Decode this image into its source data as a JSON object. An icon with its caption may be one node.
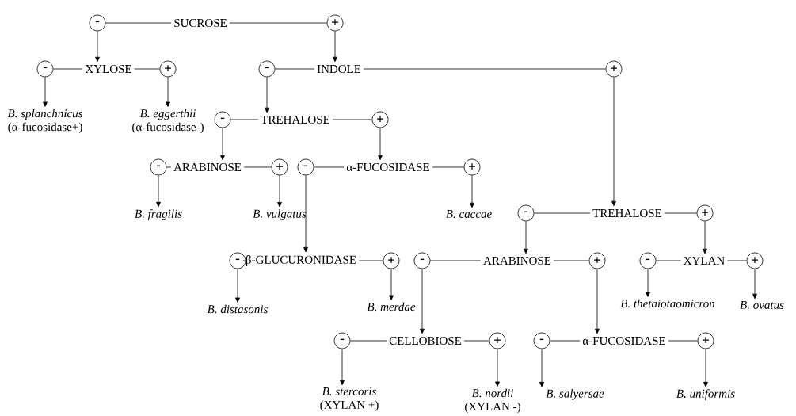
{
  "diagram": {
    "nodes": [
      {
        "text": [
          "-"
        ]
      },
      {
        "text": [
          "SUCROSE"
        ]
      },
      {
        "text": [
          "+"
        ]
      },
      {
        "text": [
          "-"
        ]
      },
      {
        "text": [
          "XYLOSE"
        ]
      },
      {
        "text": [
          "+"
        ]
      },
      {
        "text": [
          "-"
        ]
      },
      {
        "text": [
          "INDOLE"
        ]
      },
      {
        "text": [
          "+"
        ]
      },
      {
        "text": [
          "B. splanchnicus",
          "(α-fucosidase+)"
        ]
      },
      {
        "text": [
          "B. eggerthii",
          "(α-fucosidase-)"
        ]
      },
      {
        "text": [
          "-"
        ]
      },
      {
        "text": [
          "TREHALOSE"
        ]
      },
      {
        "text": [
          "+"
        ]
      },
      {
        "text": [
          "-"
        ]
      },
      {
        "text": [
          "ARABINOSE"
        ]
      },
      {
        "text": [
          "+"
        ]
      },
      {
        "text": [
          "-"
        ]
      },
      {
        "text": [
          "α-FUCOSIDASE"
        ]
      },
      {
        "text": [
          "+"
        ]
      },
      {
        "text": [
          "B. fragilis"
        ]
      },
      {
        "text": [
          "B. vulgatus"
        ]
      },
      {
        "text": [
          "B. caccae"
        ]
      },
      {
        "text": [
          "-"
        ]
      },
      {
        "text": [
          "TREHALOSE"
        ]
      },
      {
        "text": [
          "+"
        ]
      },
      {
        "text": [
          "-"
        ]
      },
      {
        "text": [
          "β-GLUCURONIDASE"
        ]
      },
      {
        "text": [
          "+"
        ]
      },
      {
        "text": [
          "-"
        ]
      },
      {
        "text": [
          "ARABINOSE"
        ]
      },
      {
        "text": [
          "+"
        ]
      },
      {
        "text": [
          "-"
        ]
      },
      {
        "text": [
          "XYLAN"
        ]
      },
      {
        "text": [
          "+"
        ]
      },
      {
        "text": [
          "B. distasonis"
        ]
      },
      {
        "text": [
          "B. merdae"
        ]
      },
      {
        "text": [
          "B. thetaiotaomicron"
        ]
      },
      {
        "text": [
          "B. ovatus"
        ]
      },
      {
        "text": [
          "-"
        ]
      },
      {
        "text": [
          "CELLOBIOSE"
        ]
      },
      {
        "text": [
          "+"
        ]
      },
      {
        "text": [
          "-"
        ]
      },
      {
        "text": [
          "α-FUCOSIDASE"
        ]
      },
      {
        "text": [
          "+"
        ]
      },
      {
        "text": [
          "B. stercoris",
          "(XYLAN +)"
        ]
      },
      {
        "text": [
          "B. nordii",
          "(XYLAN -)"
        ]
      },
      {
        "text": [
          "B. salyersae"
        ]
      },
      {
        "text": [
          "B. uniformis"
        ]
      }
    ],
    "edges": [
      {
        "from": 1,
        "to": 0,
        "arrow": "none"
      },
      {
        "from": 1,
        "to": 2,
        "arrow": "none"
      },
      {
        "from": 4,
        "to": 3,
        "arrow": "none"
      },
      {
        "from": 4,
        "to": 5,
        "arrow": "none"
      },
      {
        "from": 7,
        "to": 6,
        "arrow": "none"
      },
      {
        "from": 7,
        "to": 8,
        "arrow": "none"
      },
      {
        "from": 12,
        "to": 11,
        "arrow": "none"
      },
      {
        "from": 12,
        "to": 13,
        "arrow": "none"
      },
      {
        "from": 15,
        "to": 14,
        "arrow": "none"
      },
      {
        "from": 15,
        "to": 16,
        "arrow": "none"
      },
      {
        "from": 18,
        "to": 17,
        "arrow": "none"
      },
      {
        "from": 18,
        "to": 19,
        "arrow": "none"
      },
      {
        "from": 24,
        "to": 23,
        "arrow": "none"
      },
      {
        "from": 24,
        "to": 25,
        "arrow": "none"
      },
      {
        "from": 27,
        "to": 26,
        "arrow": "none"
      },
      {
        "from": 27,
        "to": 28,
        "arrow": "none"
      },
      {
        "from": 30,
        "to": 29,
        "arrow": "none"
      },
      {
        "from": 30,
        "to": 31,
        "arrow": "none"
      },
      {
        "from": 33,
        "to": 32,
        "arrow": "none"
      },
      {
        "from": 33,
        "to": 34,
        "arrow": "none"
      },
      {
        "from": 40,
        "to": 39,
        "arrow": "none"
      },
      {
        "from": 40,
        "to": 41,
        "arrow": "none"
      },
      {
        "from": 43,
        "to": 42,
        "arrow": "none"
      },
      {
        "from": 43,
        "to": 44,
        "arrow": "none"
      },
      {
        "from": 0,
        "to": 4,
        "arrow": "to"
      },
      {
        "from": 2,
        "to": 7,
        "arrow": "to"
      },
      {
        "from": 3,
        "to": 9,
        "arrow": "to"
      },
      {
        "from": 5,
        "to": 10,
        "arrow": "to"
      },
      {
        "from": 6,
        "to": 12,
        "arrow": "to"
      },
      {
        "from": 8,
        "to": 24,
        "arrow": "to"
      },
      {
        "from": 11,
        "to": 15,
        "arrow": "to"
      },
      {
        "from": 13,
        "to": 18,
        "arrow": "to"
      },
      {
        "from": 14,
        "to": 20,
        "arrow": "to"
      },
      {
        "from": 16,
        "to": 21,
        "arrow": "to"
      },
      {
        "from": 17,
        "to": 27,
        "arrow": "to"
      },
      {
        "from": 19,
        "to": 22,
        "arrow": "to"
      },
      {
        "from": 23,
        "to": 30,
        "arrow": "to"
      },
      {
        "from": 25,
        "to": 33,
        "arrow": "to"
      },
      {
        "from": 26,
        "to": 35,
        "arrow": "to"
      },
      {
        "from": 28,
        "to": 36,
        "arrow": "to"
      },
      {
        "from": 29,
        "to": 40,
        "arrow": "to"
      },
      {
        "from": 31,
        "to": 43,
        "arrow": "to"
      },
      {
        "from": 32,
        "to": 37,
        "arrow": "to"
      },
      {
        "from": 34,
        "to": 38,
        "arrow": "to"
      },
      {
        "from": 39,
        "to": 45,
        "arrow": "to"
      },
      {
        "from": 41,
        "to": 46,
        "arrow": "to"
      },
      {
        "from": 42,
        "to": 47,
        "arrow": "to"
      },
      {
        "from": 44,
        "to": 48,
        "arrow": "to"
      }
    ]
  }
}
